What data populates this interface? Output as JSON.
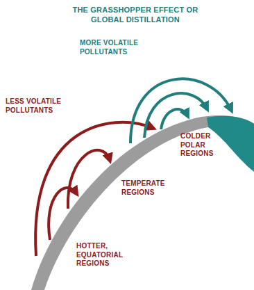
{
  "diagram": {
    "title": "THE GRASSHOPPER EFFECT OR GLOBAL DISTILLATION",
    "labels": [
      "MORE VOLATILE POLLUTANTS",
      "LESS VOLATILE POLLUTANTS",
      "COLDER POLAR REGIONS",
      "TEMPERATE REGIONS",
      "HOTTER, EQUATORIAL REGIONS"
    ]
  }
}
